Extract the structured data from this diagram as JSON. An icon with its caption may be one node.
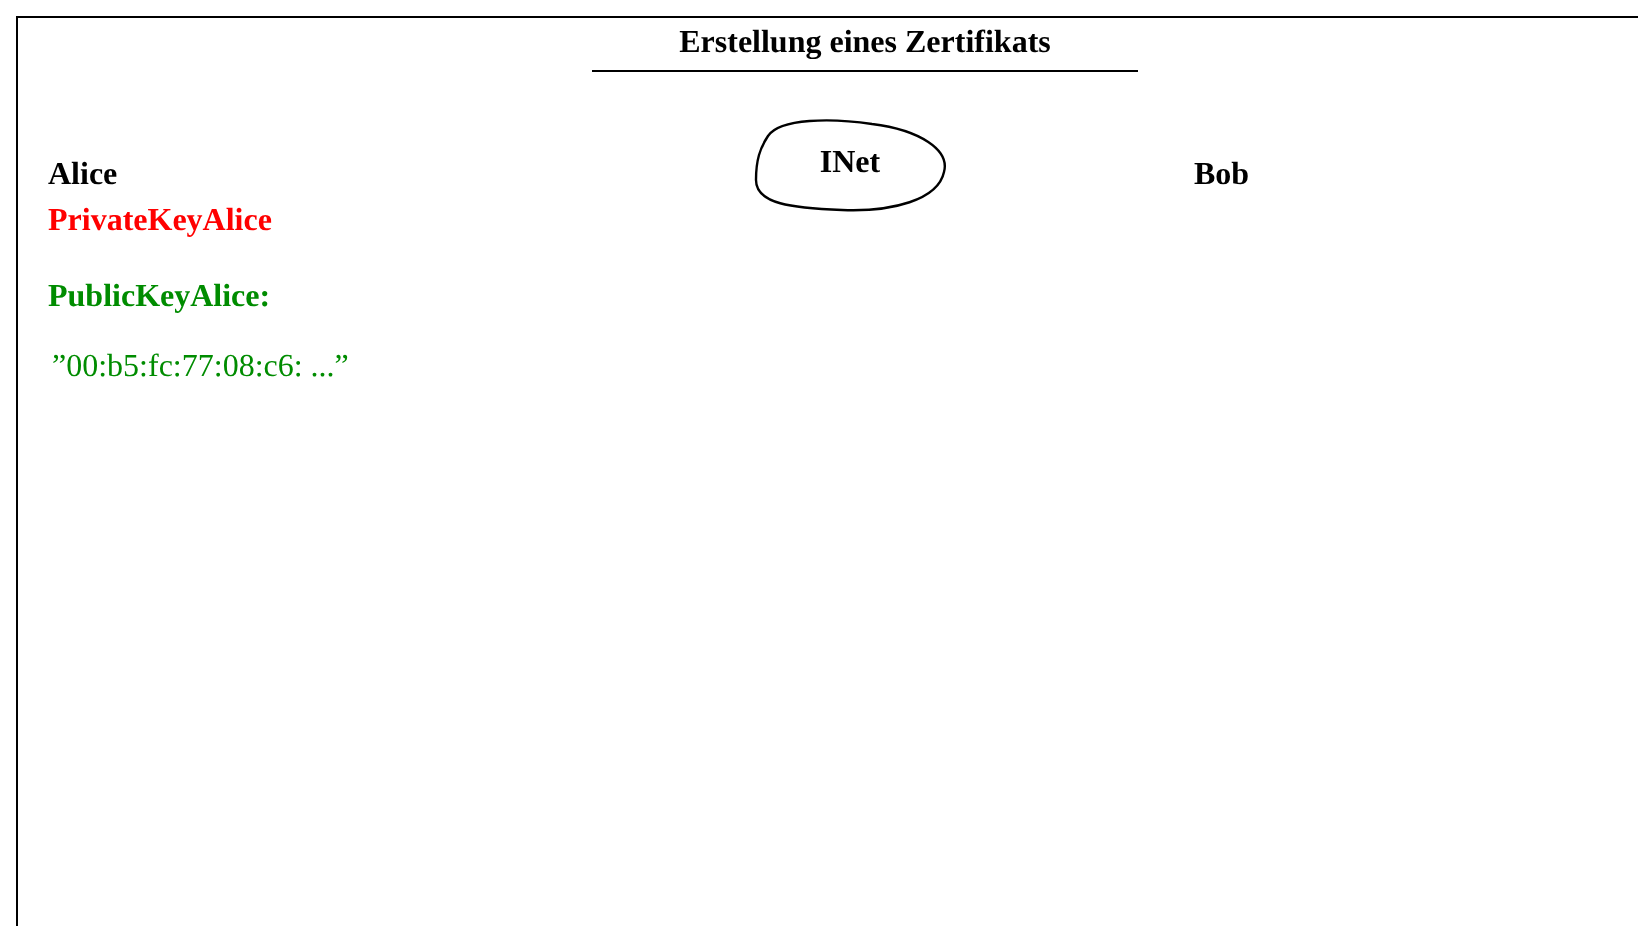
{
  "diagram": {
    "title": "Erstellung eines Zertifikats",
    "nodes": [
      {
        "text": [
          "INet"
        ]
      }
    ],
    "labels": [
      "Alice",
      "PrivateKeyAlice",
      "PublicKeyAlice:",
      "”00:b5:fc:77:08:c6: ...”",
      "Bob"
    ]
  }
}
